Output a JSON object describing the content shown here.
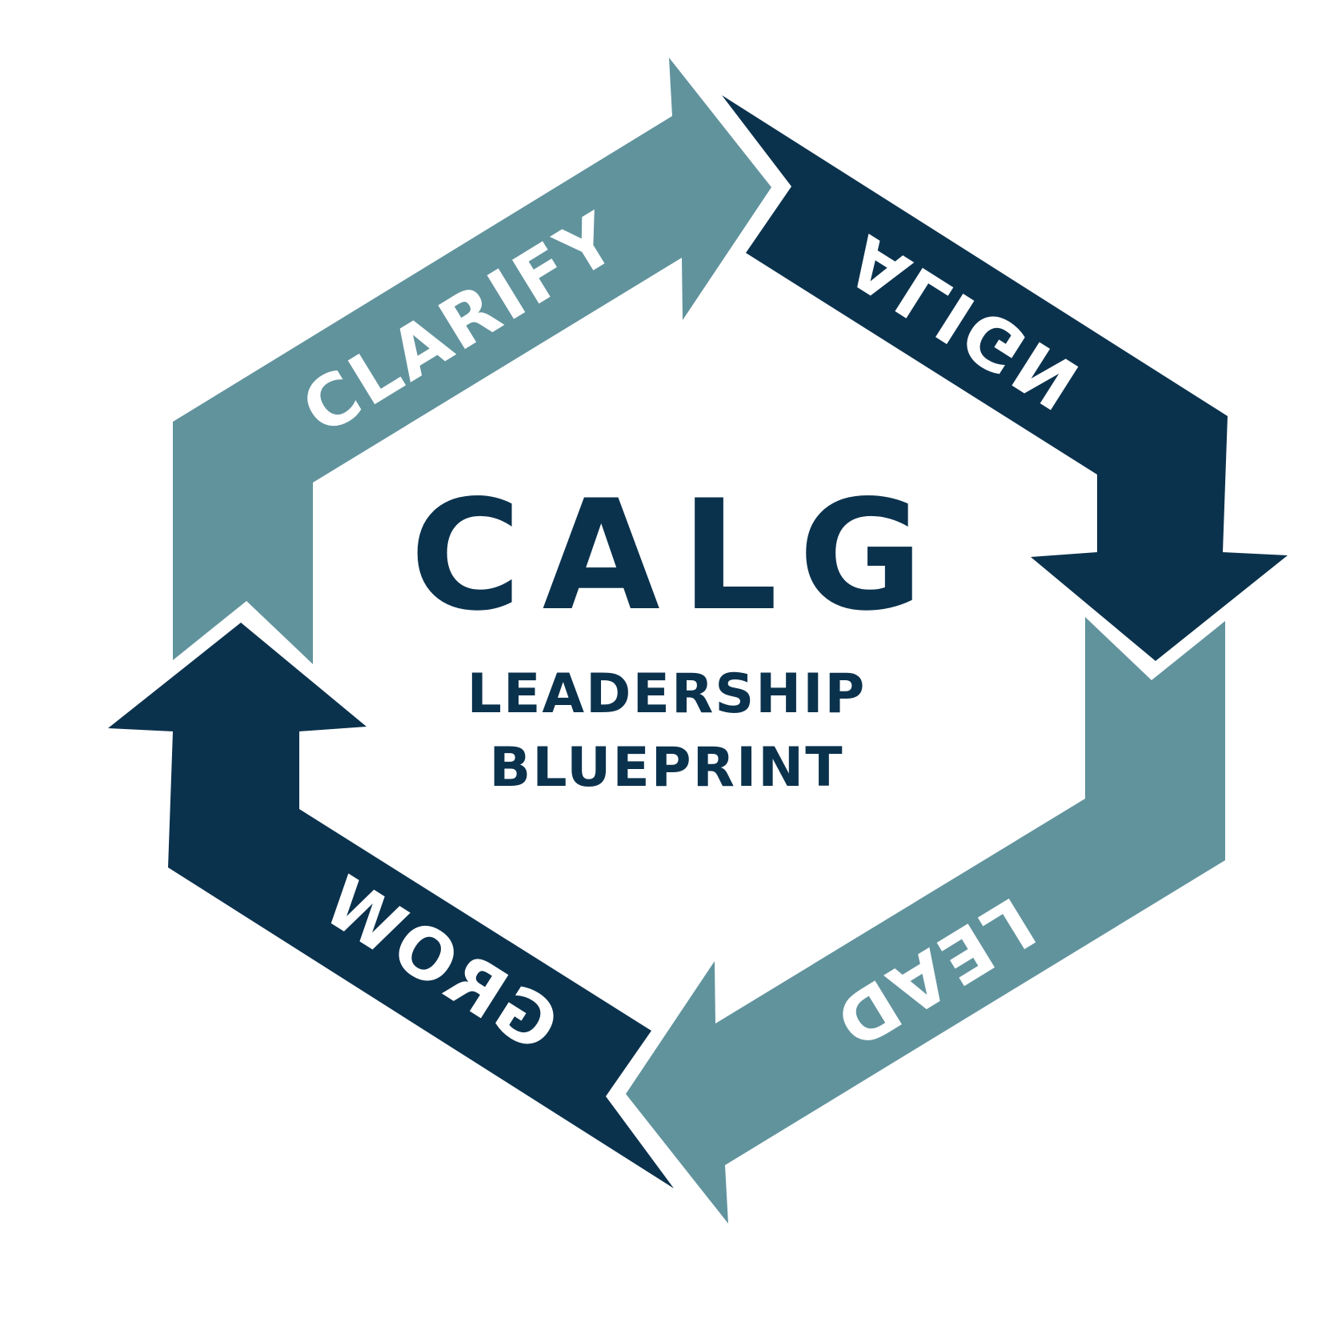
{
  "colors": {
    "dark_navy": "#0b324d",
    "steel_teal": "#61939d",
    "background": "#ffffff",
    "label_text": "#ffffff"
  },
  "center": {
    "title": "CALG",
    "subtitle_line1": "LEADERSHIP",
    "subtitle_line2": "BLUEPRINT"
  },
  "steps": [
    {
      "label": "CLARIFY",
      "color": "steel_teal"
    },
    {
      "label": "ALIGN",
      "color": "dark_navy"
    },
    {
      "label": "LEAD",
      "color": "steel_teal"
    },
    {
      "label": "GROW",
      "color": "dark_navy"
    }
  ]
}
